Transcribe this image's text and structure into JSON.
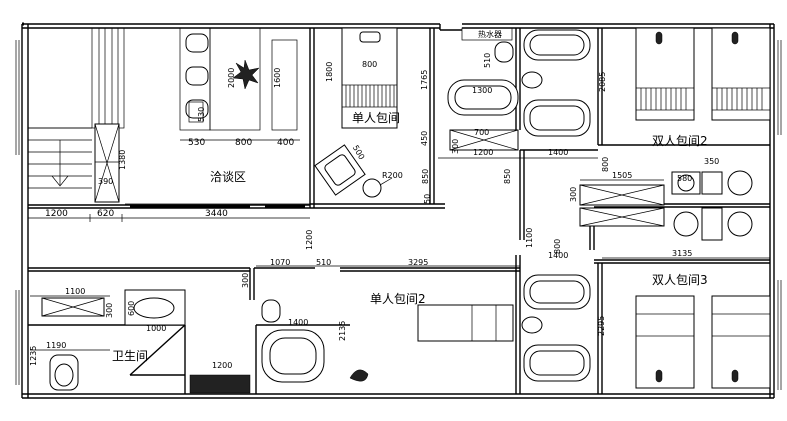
{
  "rooms": {
    "negotiation_area": "洽谈区",
    "single_room_1": "单人包间",
    "single_room_2": "单人包间2",
    "double_room_2": "双人包间2",
    "double_room_3": "双人包间3",
    "bathroom": "卫生间"
  },
  "labels": {
    "water_heater": "热水器"
  },
  "dimensions": {
    "d1200_left": "1200",
    "d620": "620",
    "d3440": "3440",
    "d530a": "530",
    "d530b": "530",
    "d800a": "800",
    "d400": "400",
    "d2000": "2000",
    "d1600": "1600",
    "d1380": "1380",
    "d390": "390",
    "d1800": "1800",
    "d800b": "800",
    "d500": "500",
    "d450": "450",
    "dR200": "R200",
    "d850a": "850",
    "d50": "50",
    "d1765": "1765",
    "d510a": "510",
    "d1300": "1300",
    "d700": "700",
    "d300a": "300",
    "d1200b": "1200",
    "d850b": "850",
    "d2085": "2085",
    "d1400a": "1400",
    "d800c": "800",
    "d1505": "1505",
    "d580": "580",
    "d350": "350",
    "d300b": "300",
    "d1100a": "1100",
    "d800d": "800",
    "d1400b": "1400",
    "d3135": "3135",
    "d1200c": "1200",
    "d1070": "1070",
    "d510b": "510",
    "d3295": "3295",
    "d300c": "300",
    "d1100b": "1100",
    "d300d": "300",
    "d600": "600",
    "d1000": "1000",
    "d1400c": "1400",
    "d2135": "2135",
    "d2295": "2295",
    "d1190": "1190",
    "d1235": "1235",
    "d1200d": "1200"
  }
}
